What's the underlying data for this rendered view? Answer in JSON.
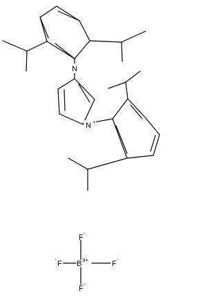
{
  "molecule": {
    "name": "",
    "colors": {
      "bond": "#000000",
      "text": "#000000",
      "background": "#ffffff"
    },
    "labels": {
      "n1": "N",
      "n3": "N",
      "n3_charge": "+",
      "boron": "B",
      "boron_charge": "3+",
      "f_top": "F",
      "f_top_charge": "-",
      "f_left": "F",
      "f_left_charge": "-",
      "f_right": "F",
      "f_right_charge": "-",
      "f_bottom": "F",
      "f_bottom_charge": "-"
    }
  }
}
